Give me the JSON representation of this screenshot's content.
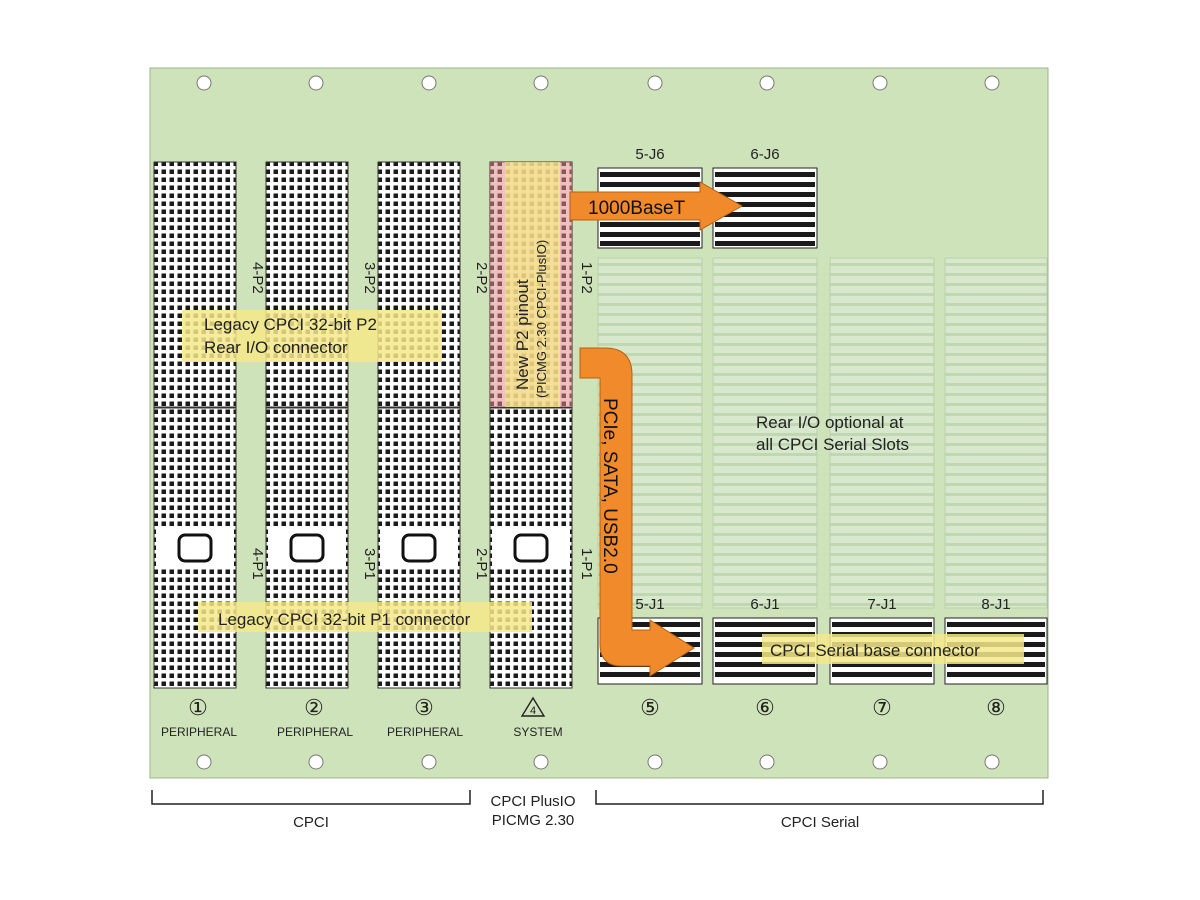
{
  "slots": [
    {
      "number": "①",
      "role": "PERIPHERAL",
      "p2": "4-P2",
      "p1": "4-P1"
    },
    {
      "number": "②",
      "role": "PERIPHERAL",
      "p2": "3-P2",
      "p1": "3-P1"
    },
    {
      "number": "③",
      "role": "PERIPHERAL",
      "p2": "2-P2",
      "p1": "2-P1"
    },
    {
      "number": "4",
      "role": "SYSTEM",
      "p2": "1-P2",
      "p1": "1-P1"
    },
    {
      "number": "⑤",
      "role": ""
    },
    {
      "number": "⑥",
      "role": ""
    },
    {
      "number": "⑦",
      "role": ""
    },
    {
      "number": "⑧",
      "role": ""
    }
  ],
  "serial_connectors": {
    "j6": [
      "5-J6",
      "6-J6"
    ],
    "j1": [
      "5-J1",
      "6-J1",
      "7-J1",
      "8-J1"
    ]
  },
  "callouts": {
    "legacy_p2_line1": "Legacy CPCI 32-bit P2",
    "legacy_p2_line2": "Rear I/O connector",
    "legacy_p1": "Legacy CPCI 32-bit P1 connector",
    "new_p2_line1": "New P2 pinout",
    "new_p2_line2": "(PICMG 2.30 CPCI-PlusIO)",
    "rear_io_line1": "Rear I/O optional at",
    "rear_io_line2": "all CPCI Serial Slots",
    "serial_base": "CPCI Serial base connector"
  },
  "arrows": {
    "ethernet": "1000BaseT",
    "pcie": "PCIe, SATA, USB2.0"
  },
  "groups": {
    "cpci": "CPCI",
    "plusio_line1": "CPCI PlusIO",
    "plusio_line2": "PICMG 2.30",
    "serial": "CPCI Serial"
  },
  "colors": {
    "board": "#cfe3bb",
    "highlight": "#f6e98a",
    "arrow": "#f18a2b",
    "new_p2": "#e58a8a"
  }
}
